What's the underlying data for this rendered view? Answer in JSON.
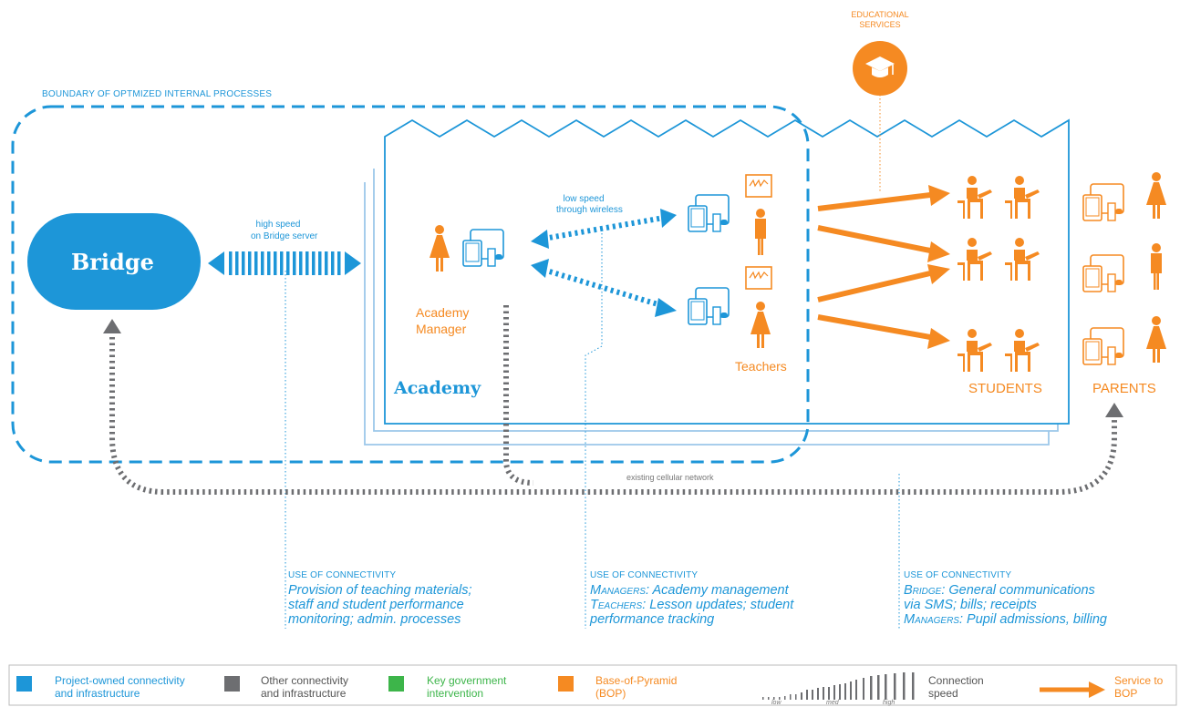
{
  "colors": {
    "blue": "#1d96d8",
    "light_blue": "#9cc8ea",
    "orange": "#f58a22",
    "grey": "#6d6e71",
    "green": "#3db54a"
  },
  "boundary_label": "BOUNDARY OF OPTMIZED INTERNAL PROCESSES",
  "bridge_label": "Bridge",
  "bridge_link": [
    "high speed",
    "on Bridge server"
  ],
  "wireless_link": [
    "low speed",
    "through wireless"
  ],
  "academy_label": "Academy",
  "manager_label": [
    "Academy",
    "Manager"
  ],
  "teachers_label": "Teachers",
  "students_label": "STUDENTS",
  "parents_label": "PARENTS",
  "educational_services": [
    "EDUCATIONAL",
    "SERVICES"
  ],
  "cellular_label": "existing cellular network",
  "uses": [
    {
      "heading": "USE OF CONNECTIVITY",
      "lines": [
        "Provision of teaching materials;",
        "staff and student performance",
        "monitoring; admin. processes"
      ]
    },
    {
      "heading": "USE OF CONNECTIVITY",
      "rich": [
        [
          {
            "sc": "Managers:"
          },
          {
            "t": " Academy management"
          }
        ],
        [
          {
            "sc": "Teachers:"
          },
          {
            "t": " Lesson updates; student"
          }
        ],
        [
          {
            "t": "performance tracking"
          }
        ]
      ]
    },
    {
      "heading": "USE OF CONNECTIVITY",
      "rich": [
        [
          {
            "sc": "Bridge:"
          },
          {
            "t": " General communications"
          }
        ],
        [
          {
            "t": "via SMS; bills; receipts"
          }
        ],
        [
          {
            "sc": "Managers:"
          },
          {
            "t": " Pupil admissions, billing"
          }
        ]
      ]
    }
  ],
  "legend": {
    "project_owned": [
      "Project-owned connectivity",
      "and infrastructure"
    ],
    "other": [
      "Other connectivity",
      "and infrastructure"
    ],
    "government": [
      "Key government",
      "intervention"
    ],
    "bop": [
      "Base-of-Pyramid",
      "(BOP)"
    ],
    "speed": [
      "Connection",
      "speed"
    ],
    "speed_scale": [
      "low",
      "med",
      "high"
    ],
    "service": [
      "Service to",
      "BOP"
    ]
  }
}
